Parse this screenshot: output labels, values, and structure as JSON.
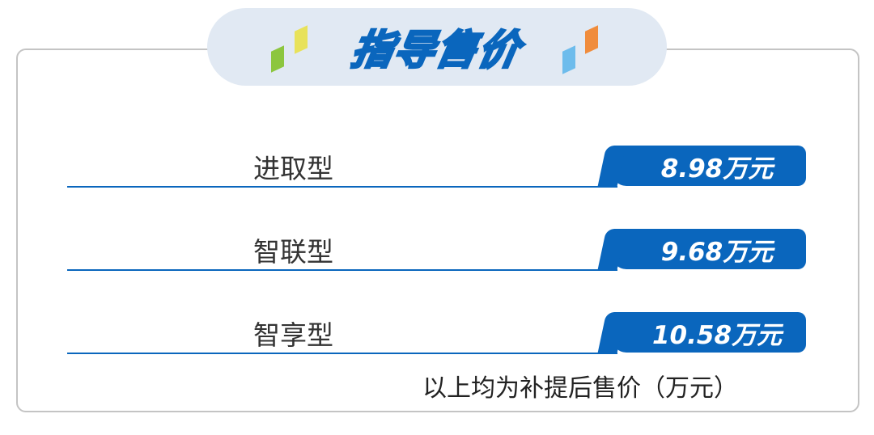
{
  "header": {
    "title": "指导售价"
  },
  "colors": {
    "accent": "#0a66bd",
    "pill_bg": "#e1e9f3",
    "deco_green": "#8cc63f",
    "deco_yellow": "#e8e25a",
    "deco_blue": "#6dbcec",
    "deco_orange": "#f08c3c"
  },
  "trims": [
    {
      "name": "进取型",
      "price": "8.98万元"
    },
    {
      "name": "智联型",
      "price": "9.68万元"
    },
    {
      "name": "智享型",
      "price": "10.58万元"
    }
  ],
  "footnote": "以上均为补提后售价（万元）"
}
